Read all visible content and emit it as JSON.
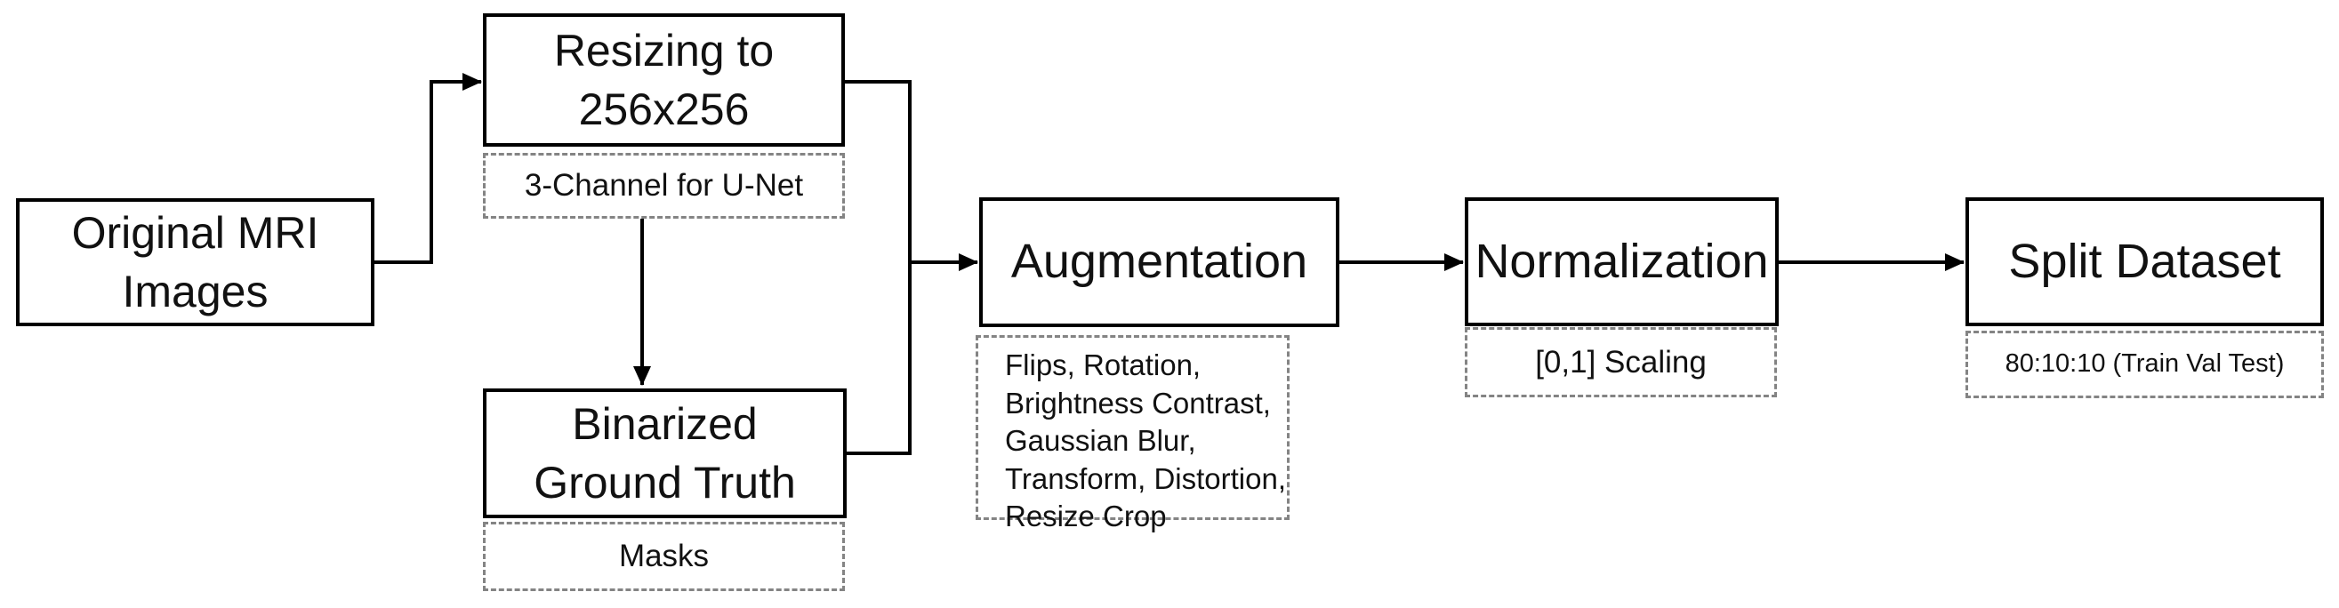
{
  "diagram": {
    "background_color": "#ffffff",
    "line_color": "#000000",
    "dotted_border_color": "#848484",
    "nodes": [
      {
        "id": "original-mri",
        "title": "Original MRI\nImages"
      },
      {
        "id": "resizing",
        "title": "Resizing to\n256x256",
        "note": "3-Channel for U-Net"
      },
      {
        "id": "binarized",
        "title": "Binarized\nGround Truth",
        "note": "Masks"
      },
      {
        "id": "augmentation",
        "title": "Augmentation",
        "note": "Flips, Rotation,\nBrightness Contrast,\nGaussian Blur,\nTransform, Distortion,\nResize Crop"
      },
      {
        "id": "normalization",
        "title": "Normalization",
        "note": "[0,1] Scaling"
      },
      {
        "id": "split-dataset",
        "title": "Split Dataset",
        "note": "80:10:10 (Train Val Test)"
      }
    ]
  }
}
